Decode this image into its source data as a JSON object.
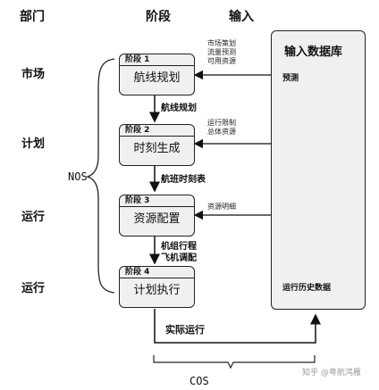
{
  "headers": {
    "dept": "部门",
    "stage": "阶段",
    "input": "输入"
  },
  "departments": [
    "市场",
    "计划",
    "运行",
    "运行"
  ],
  "stages": [
    {
      "head": "阶段 1",
      "body": "航线规划"
    },
    {
      "head": "阶段 2",
      "body": "时刻生成"
    },
    {
      "head": "阶段 3",
      "body": "资源配置"
    },
    {
      "head": "阶段 4",
      "body": "计划执行"
    }
  ],
  "flow_labels": {
    "s1_s2": "航线规划",
    "s2_s3": "航班时刻表",
    "s3_s4_line1": "机组行程",
    "s3_s4_line2": "飞机调配",
    "actual": "实际运行"
  },
  "inputs": {
    "to_s1": [
      "市场策划",
      "流量预测",
      "可用资源"
    ],
    "to_s2": [
      "运行限制",
      "总体资源"
    ],
    "to_s3": [
      "资源明细"
    ]
  },
  "database": {
    "title": "输入数据库",
    "forecast": "预测",
    "history": "运行历史数据"
  },
  "brackets": {
    "nos": "NOS",
    "cos": "COS"
  },
  "watermark": "知乎 @粤航鸿雁"
}
